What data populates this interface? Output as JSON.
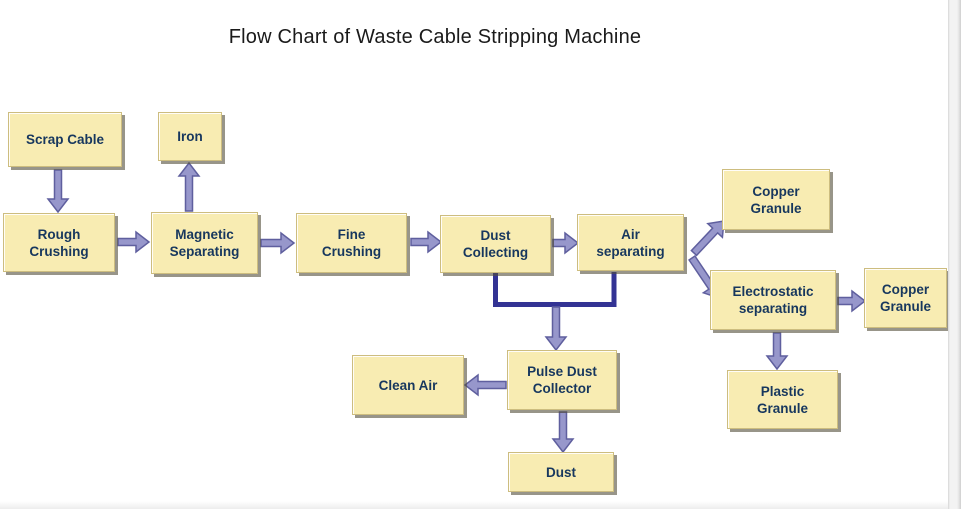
{
  "title": "Flow Chart of Waste Cable Stripping Machine",
  "colors": {
    "canvas_bg": "#ffffff",
    "box_fill": "#f8ecb2",
    "box_border": "#cdbd7f",
    "box_text": "#17375e",
    "arrow_fill": "#9797cb",
    "arrow_stroke": "#5f5f9e",
    "connector": "#333394",
    "title_text": "#1a1a1a"
  },
  "nodes": [
    {
      "id": "scrap-cable",
      "label": "Scrap Cable"
    },
    {
      "id": "iron",
      "label": "Iron"
    },
    {
      "id": "rough-crushing",
      "label": "Rough\nCrushing"
    },
    {
      "id": "magnetic-separating",
      "label": "Magnetic\nSeparating"
    },
    {
      "id": "fine-crushing",
      "label": "Fine\nCrushing"
    },
    {
      "id": "dust-collecting",
      "label": "Dust\nCollecting"
    },
    {
      "id": "air-separating",
      "label": "Air\nseparating"
    },
    {
      "id": "copper-granule-air",
      "label": "Copper\nGranule"
    },
    {
      "id": "electrostatic-separating",
      "label": "Electrostatic\nseparating"
    },
    {
      "id": "copper-granule-electro",
      "label": "Copper\nGranule"
    },
    {
      "id": "plastic-granule",
      "label": "Plastic\nGranule"
    },
    {
      "id": "clean-air",
      "label": "Clean Air"
    },
    {
      "id": "pulse-dust-collector",
      "label": "Pulse Dust\nCollector"
    },
    {
      "id": "dust",
      "label": "Dust"
    }
  ],
  "edges": [
    {
      "from": "scrap-cable",
      "to": "rough-crushing"
    },
    {
      "from": "magnetic-separating",
      "to": "iron"
    },
    {
      "from": "rough-crushing",
      "to": "magnetic-separating"
    },
    {
      "from": "magnetic-separating",
      "to": "fine-crushing"
    },
    {
      "from": "fine-crushing",
      "to": "dust-collecting"
    },
    {
      "from": "dust-collecting",
      "to": "air-separating"
    },
    {
      "from": "air-separating",
      "to": "copper-granule-air"
    },
    {
      "from": "air-separating",
      "to": "electrostatic-separating"
    },
    {
      "from": "electrostatic-separating",
      "to": "copper-granule-electro"
    },
    {
      "from": "electrostatic-separating",
      "to": "plastic-granule"
    },
    {
      "from": "pulse-dust-collector",
      "to": "clean-air"
    },
    {
      "from": "pulse-dust-collector",
      "to": "dust"
    },
    {
      "from": "dust-collecting+air-separating",
      "to": "pulse-dust-collector"
    }
  ]
}
